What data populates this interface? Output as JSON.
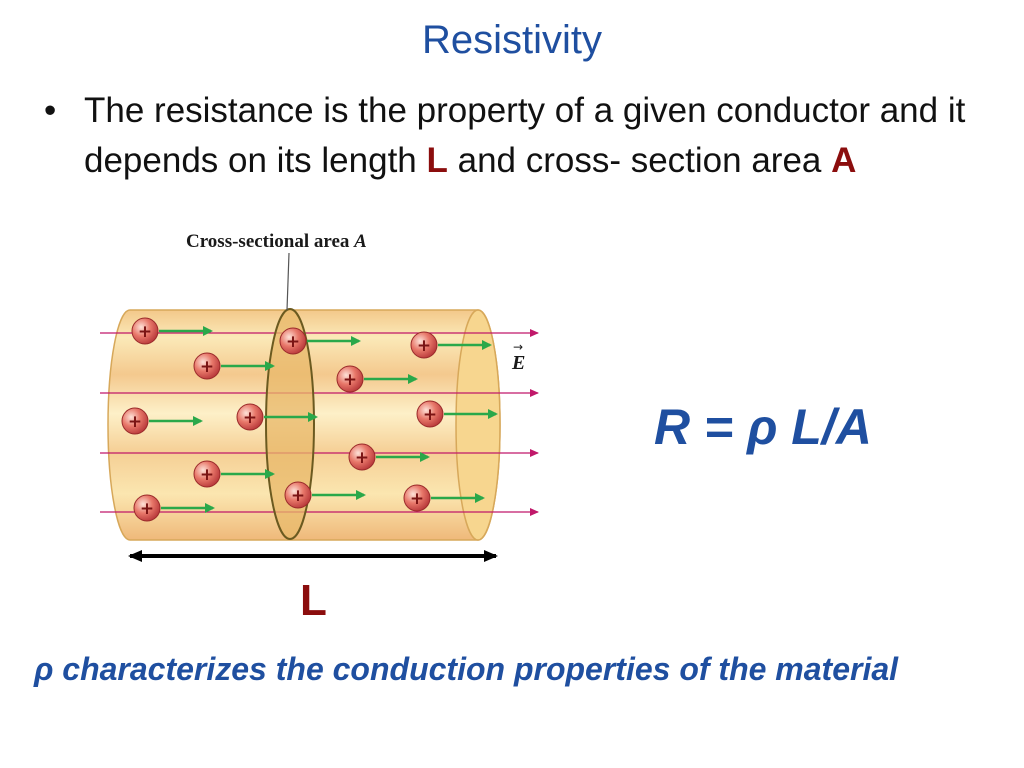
{
  "slide": {
    "title": "Resistivity",
    "bullet_symbol": "•",
    "bullet": {
      "part1": "The resistance is the property of a given conductor and it depends on its length ",
      "length_symbol": "L",
      "part2": " and cross- section area ",
      "area_symbol": "A"
    },
    "figure": {
      "cross_section_label": "Cross-sectional area ",
      "cross_section_symbol": "A",
      "field_label": "E",
      "field_arrow": "→",
      "length_label": "L",
      "charge_symbol": "+"
    },
    "formula": "R = ρ L/A",
    "footnote": "ρ characterizes the conduction properties of the material"
  },
  "colors": {
    "title": "#1f4fa0",
    "accent_red": "#8b0d0d",
    "field_lines": "#c0186a",
    "charge_arrows": "#2aa84a",
    "cylinder": "#f5d58a"
  }
}
